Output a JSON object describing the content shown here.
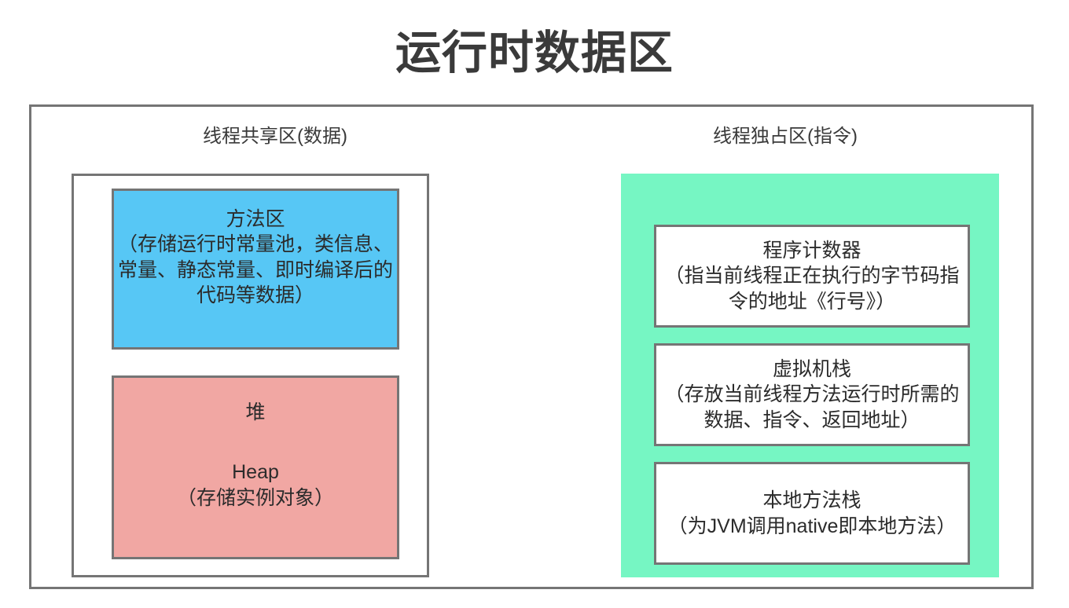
{
  "title": "运行时数据区",
  "colors": {
    "method_area_fill": "#57C7F5",
    "heap_fill": "#F1A7A3",
    "exclusive_fill": "#76F6C3",
    "border": "#757575",
    "text": "#2b2b2b",
    "background": "#ffffff"
  },
  "columns": {
    "shared": {
      "heading": "线程共享区(数据)",
      "blocks": [
        {
          "name": "method-area",
          "title": "方法区",
          "desc": "（存储运行时常量池，类信息、常量、静态常量、即时编译后的代码等数据）"
        },
        {
          "name": "heap-area",
          "title": "堆",
          "subtitle": "Heap",
          "desc": "（存储实例对象）"
        }
      ]
    },
    "exclusive": {
      "heading": "线程独占区(指令)",
      "blocks": [
        {
          "name": "program-counter",
          "title": "程序计数器",
          "desc": "（指当前线程正在执行的字节码指令的地址《行号》）"
        },
        {
          "name": "vm-stack",
          "title": "虚拟机栈",
          "desc": "（存放当前线程方法运行时所需的数据、指令、返回地址）"
        },
        {
          "name": "native-method-stack",
          "title": "本地方法栈",
          "desc": "（为JVM调用native即本地方法）"
        }
      ]
    }
  }
}
